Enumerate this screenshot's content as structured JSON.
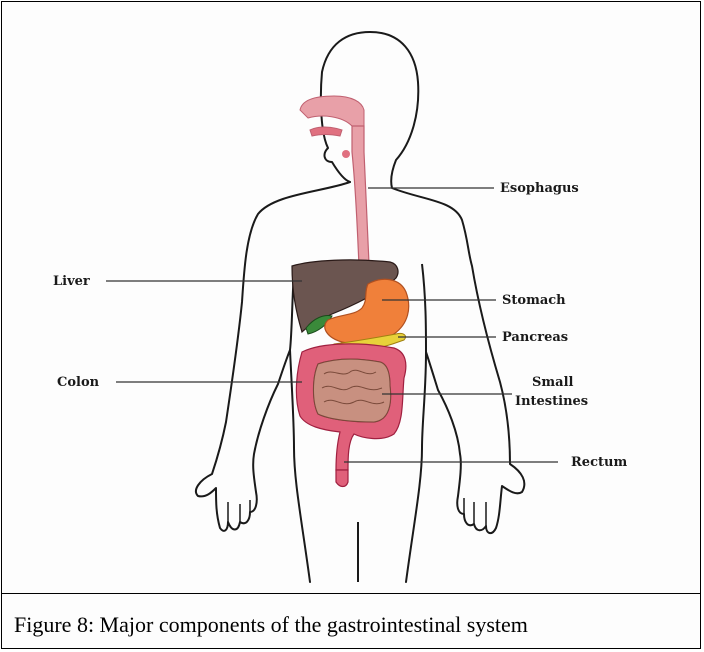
{
  "labels": {
    "esophagus": "Esophagus",
    "liver": "Liver",
    "stomach": "Stomach",
    "pancreas": "Pancreas",
    "colon": "Colon",
    "small_intestines_line1": "Small",
    "small_intestines_line2": "Intestines",
    "rectum": "Rectum"
  },
  "caption": "Figure 8:  Major components of the gastrointestinal system",
  "colors": {
    "esophagus": "#e8a0a8",
    "liver": "#6b5550",
    "stomach": "#f0803a",
    "pancreas": "#e8d23a",
    "gallbladder": "#3a8a3a",
    "colon": "#e0607a",
    "small_intestines": "#c89080",
    "outline": "#1a1a1a"
  }
}
